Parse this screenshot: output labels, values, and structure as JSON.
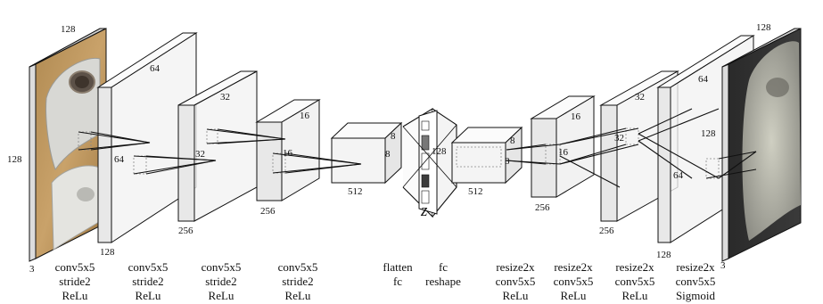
{
  "input_size": {
    "top": "128",
    "left": "128",
    "channels": "3"
  },
  "enc1": {
    "top": "64",
    "left": "64",
    "bottom": "128"
  },
  "enc2": {
    "top": "32",
    "left": "32",
    "bottom": "256"
  },
  "enc3": {
    "top": "16",
    "left": "16",
    "bottom": "256"
  },
  "flat": {
    "label": "512",
    "a": "8",
    "b": "8"
  },
  "latent": {
    "symbol": "z",
    "size": "128"
  },
  "resh": {
    "label": "512",
    "a": "8",
    "b": "8"
  },
  "dec1": {
    "top": "16",
    "left": "16",
    "bottom": "256"
  },
  "dec2": {
    "top": "32",
    "left": "32",
    "bottom": "256"
  },
  "dec3": {
    "top": "64",
    "right": "128",
    "left": "64",
    "bottom": "128"
  },
  "output_size": {
    "top": "128",
    "channels": "3"
  },
  "ops": [
    [
      "conv5x5",
      "stride2",
      "ReLu"
    ],
    [
      "conv5x5",
      "stride2",
      "ReLu"
    ],
    [
      "conv5x5",
      "stride2",
      "ReLu"
    ],
    [
      "conv5x5",
      "stride2",
      "ReLu"
    ],
    [
      "flatten",
      "fc"
    ],
    [
      "fc",
      "reshape"
    ],
    [
      "resize2x",
      "conv5x5",
      "ReLu"
    ],
    [
      "resize2x",
      "conv5x5",
      "ReLu"
    ],
    [
      "resize2x",
      "conv5x5",
      "ReLu"
    ],
    [
      "resize2x",
      "conv5x5",
      "Sigmoid"
    ]
  ],
  "colors": {
    "stroke": "#111111",
    "face": "#f4f4f4",
    "side": "#e6e6e6",
    "top": "#fbfbfb",
    "dotted": "#888888"
  }
}
